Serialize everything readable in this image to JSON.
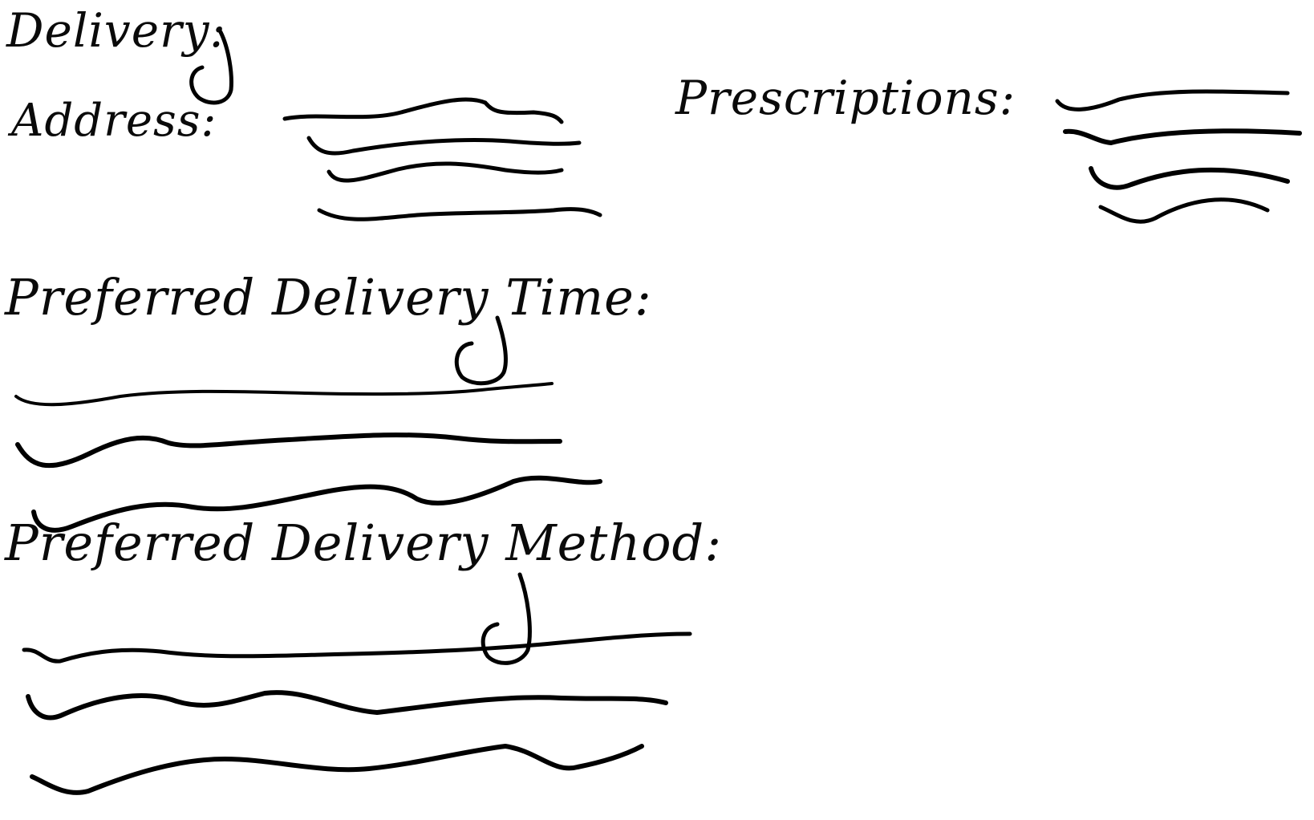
{
  "sketch": {
    "title": "Delivery:",
    "address_label": "Address:",
    "prescriptions_label": "Prescriptions:",
    "time_label": "Preferred Delivery Time:",
    "method_label": "Preferred Delivery Method:"
  },
  "colors": {
    "ink": "#000000",
    "background": "#ffffff"
  }
}
